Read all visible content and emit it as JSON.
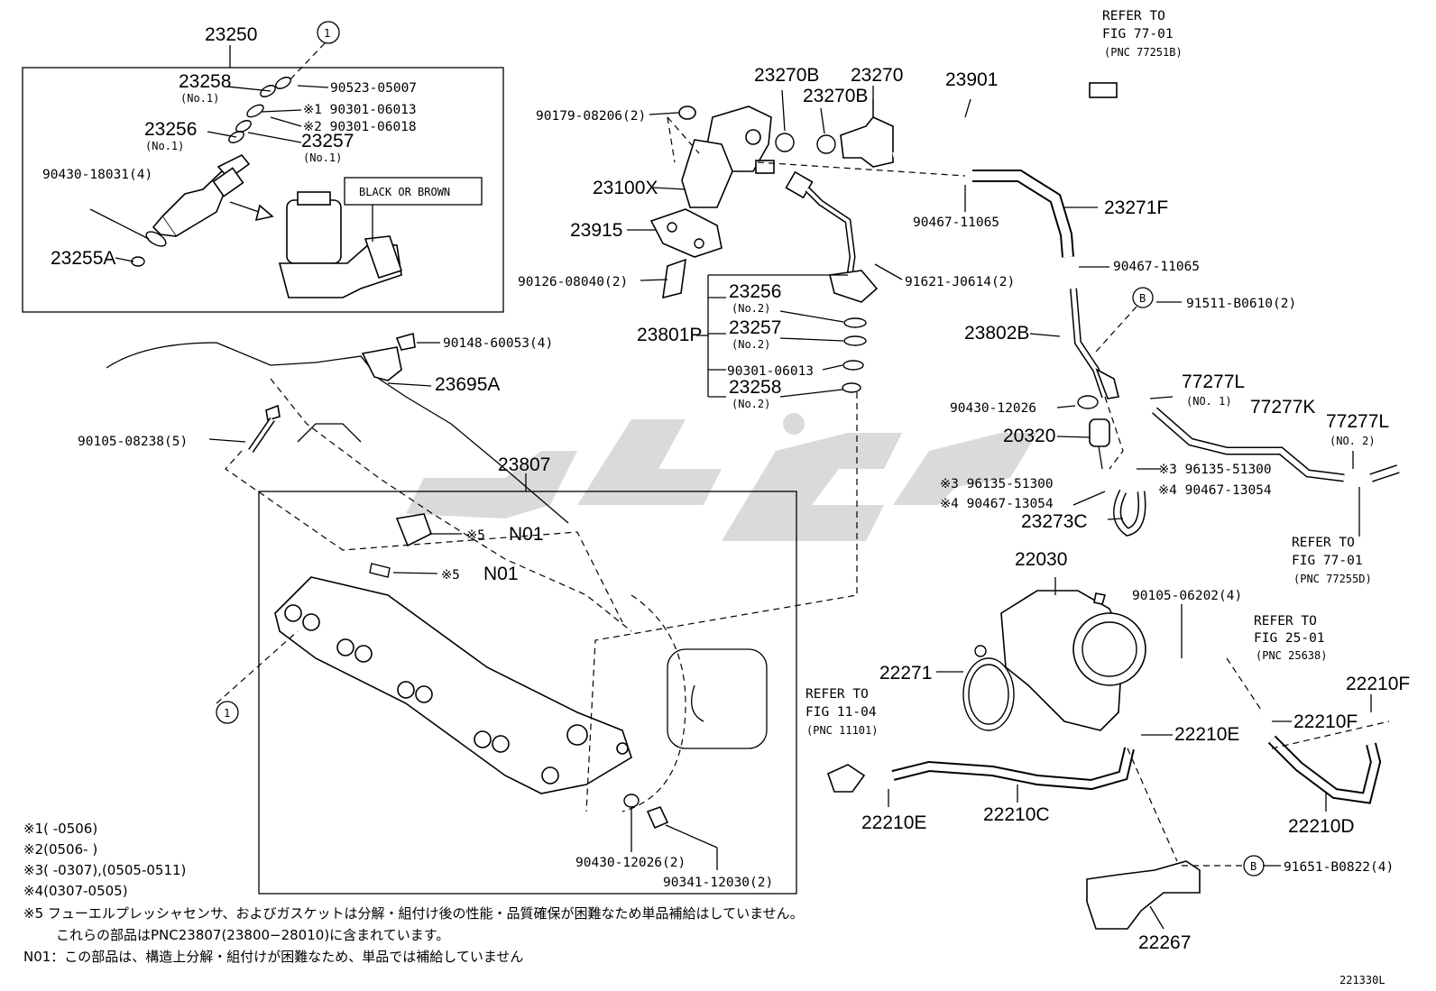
{
  "labels": {
    "p23250": "23250",
    "circle1_top": "1",
    "p23258_no1": "23258",
    "p23258_no1_sub": "(No.1)",
    "p90523": "90523-05007",
    "p90301_a": "※1 90301-06013",
    "p90301_b": "※2 90301-06018",
    "p23256_no1": "23256",
    "p23256_no1_sub": "(No.1)",
    "p23257_no1": "23257",
    "p23257_no1_sub": "(No.1)",
    "p90430_18031": "90430-18031(4)",
    "p23255A": "23255A",
    "black_or_brown": "BLACK OR BROWN",
    "p90179": "90179-08206(2)",
    "p23270B_a": "23270B",
    "p23270": "23270",
    "p23270B_b": "23270B",
    "p23901": "23901",
    "refer_77251B_1": "REFER TO",
    "refer_77251B_2": "FIG 77-01",
    "refer_77251B_3": "(PNC 77251B)",
    "p23100X": "23100X",
    "p23915": "23915",
    "p90467_a": "90467-11065",
    "p23271F": "23271F",
    "p90467_b": "90467-11065",
    "p90126": "90126-08040(2)",
    "p91621": "91621-J0614(2)",
    "p23256_no2": "23256",
    "p23256_no2_sub": "(No.2)",
    "p23801P": "23801P",
    "p23257_no2": "23257",
    "p23257_no2_sub": "(No.2)",
    "p90301_06013": "90301-06013",
    "p23258_no2": "23258",
    "p23258_no2_sub": "(No.2)",
    "circleB_a": "B",
    "p91511": "91511-B0610(2)",
    "p23802B": "23802B",
    "p77277L_no1": "77277L",
    "p77277L_no1_sub": "(NO. 1)",
    "p77277K": "77277K",
    "p77277L_no2": "77277L",
    "p77277L_no2_sub": "(NO. 2)",
    "p90430_12026_top": "90430-12026",
    "p20320": "20320",
    "p96135_left": "※3 96135-51300",
    "p90467_13054_left": "※4 90467-13054",
    "p96135_right": "※3 96135-51300",
    "p90467_13054_right": "※4 90467-13054",
    "p23273C": "23273C",
    "refer_77255D_1": "REFER TO",
    "refer_77255D_2": "FIG 77-01",
    "refer_77255D_3": "(PNC 77255D)",
    "p90148": "90148-60053(4)",
    "p23695A": "23695A",
    "p90105_08238": "90105-08238(5)",
    "p23807": "23807",
    "n01_a_mark": "※5",
    "n01_a": "N01",
    "n01_b_mark": "※5",
    "n01_b": "N01",
    "circle1_bottom": "1",
    "p90430_12026_bottom": "90430-12026(2)",
    "p90341": "90341-12030(2)",
    "p22030": "22030",
    "p90105_06202": "90105-06202(4)",
    "refer_25638_1": "REFER TO",
    "refer_25638_2": "FIG 25-01",
    "refer_25638_3": "(PNC 25638)",
    "p22271": "22271",
    "refer_11101_1": "REFER TO",
    "refer_11101_2": "FIG 11-04",
    "refer_11101_3": "(PNC 11101)",
    "p22210F_a": "22210F",
    "p22210F_b": "22210F",
    "p22210E_a": "22210E",
    "p22210E_b": "22210E",
    "p22210C": "22210C",
    "p22210D": "22210D",
    "circleB_b": "B",
    "p91651": "91651-B0822(4)",
    "p22267": "22267",
    "diagram_id": "221330L"
  },
  "notes": [
    "※1(      -0506)",
    "※2(0506-      )",
    "※3(      -0307),(0505-0511)",
    "※4(0307-0505)",
    "※5  フューエルプレッシャセンサ、およびガスケットは分解・組付け後の性能・品質確保が困難なため単品補給はしていません。",
    "これらの部品はPNC23807(23800−28010)に含まれています。",
    "N01：この部品は、構造上分解・組付けが困難なため、単品では補給していません"
  ]
}
